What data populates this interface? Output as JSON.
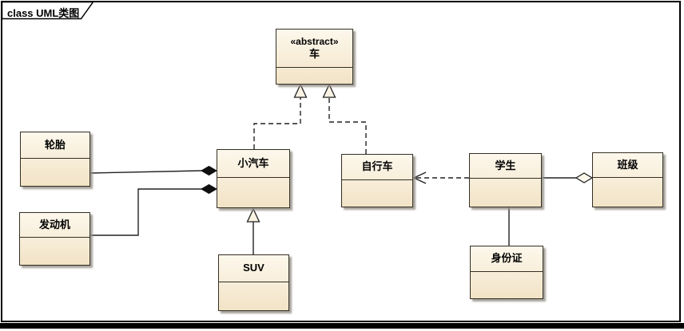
{
  "frame": {
    "title": "class UML类图",
    "kind": "uml-class-diagram"
  },
  "classes": {
    "vehicle": {
      "stereotype": "«abstract»",
      "name": "车"
    },
    "tire": {
      "name": "轮胎"
    },
    "engine": {
      "name": "发动机"
    },
    "car": {
      "name": "小汽车"
    },
    "bicycle": {
      "name": "自行车"
    },
    "suv": {
      "name": "SUV"
    },
    "student": {
      "name": "学生"
    },
    "clazz": {
      "name": "班级"
    },
    "idcard": {
      "name": "身份证"
    }
  },
  "connectors": [
    {
      "type": "realization",
      "from": "小汽车",
      "to": "车",
      "style": "dashed, hollow triangle at 车"
    },
    {
      "type": "realization",
      "from": "自行车",
      "to": "车",
      "style": "dashed, hollow triangle at 车"
    },
    {
      "type": "generalization",
      "from": "SUV",
      "to": "小汽车",
      "style": "solid, hollow triangle at 小汽车"
    },
    {
      "type": "composition",
      "part": "轮胎",
      "whole": "小汽车",
      "style": "solid, filled diamond at 小汽车"
    },
    {
      "type": "composition",
      "part": "发动机",
      "whole": "小汽车",
      "style": "solid, filled diamond at 小汽车"
    },
    {
      "type": "dependency",
      "from": "学生",
      "to": "自行车",
      "style": "dashed, open arrow at 自行车"
    },
    {
      "type": "aggregation",
      "part": "学生",
      "whole": "班级",
      "style": "solid, hollow diamond at 班级"
    },
    {
      "type": "association",
      "from": "学生",
      "to": "身份证",
      "style": "solid plain line"
    }
  ],
  "colors": {
    "bg": "#ffffff",
    "frame-border": "#000000",
    "box-fill-top": "#fdf8ec",
    "box-fill-bottom": "#f2e3c6",
    "box-border": "#332f24",
    "line": "#222222"
  }
}
